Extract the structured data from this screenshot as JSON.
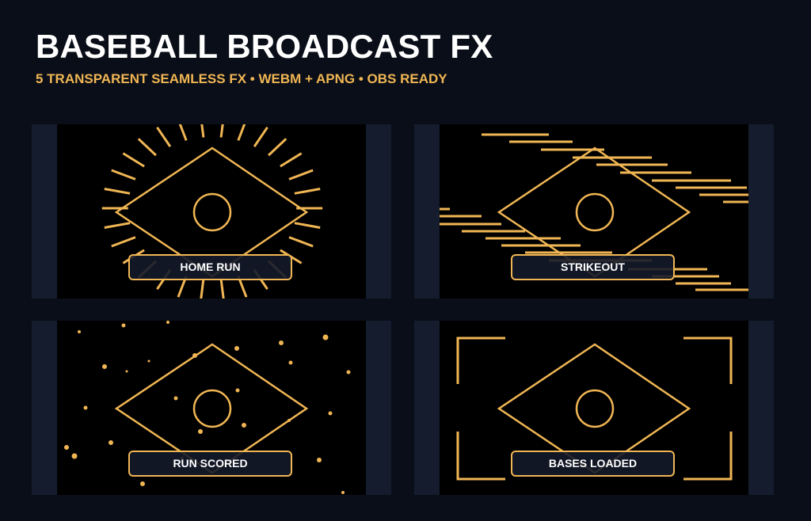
{
  "header": {
    "title": "BASEBALL BROADCAST FX",
    "subtitle": "5 TRANSPARENT SEAMLESS FX • WEBM + APNG • OBS READY"
  },
  "colors": {
    "background": "#0a0e18",
    "panel": "#151c2e",
    "stage": "#000000",
    "accent": "#f0b654",
    "text": "#ffffff"
  },
  "panels": [
    {
      "label": "HOME RUN",
      "effect": "sunburst-rays"
    },
    {
      "label": "STRIKEOUT",
      "effect": "speed-lines"
    },
    {
      "label": "RUN SCORED",
      "effect": "confetti-dots"
    },
    {
      "label": "BASES LOADED",
      "effect": "corner-brackets"
    }
  ]
}
